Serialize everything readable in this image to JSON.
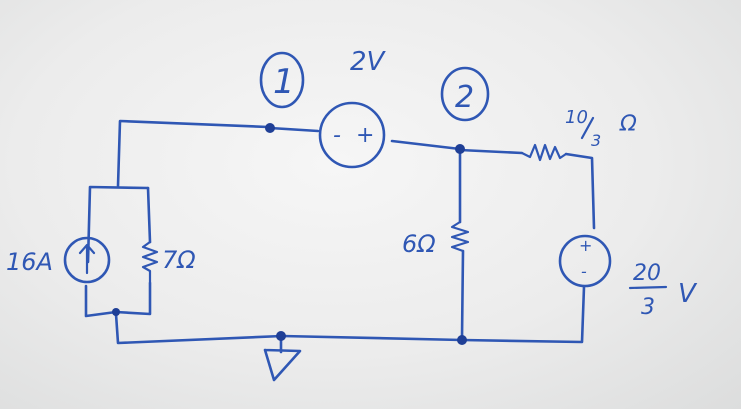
{
  "labels": {
    "node1": "1",
    "node2": "2",
    "vsrc_top_value": "2V",
    "vsrc_top_minus": "-",
    "vsrc_top_plus": "+",
    "r_series_num": "10",
    "r_series_den": "3",
    "r_series_unit": "Ω",
    "current_source": "16A",
    "r_parallel": "7Ω",
    "r_shunt": "6Ω",
    "vsrc_right_plus": "+",
    "vsrc_right_minus": "-",
    "vsrc_right_num": "20",
    "vsrc_right_den": "3",
    "vsrc_right_unit": "V"
  },
  "colors": {
    "ink": "#2f57b4",
    "board": "#ececec"
  }
}
